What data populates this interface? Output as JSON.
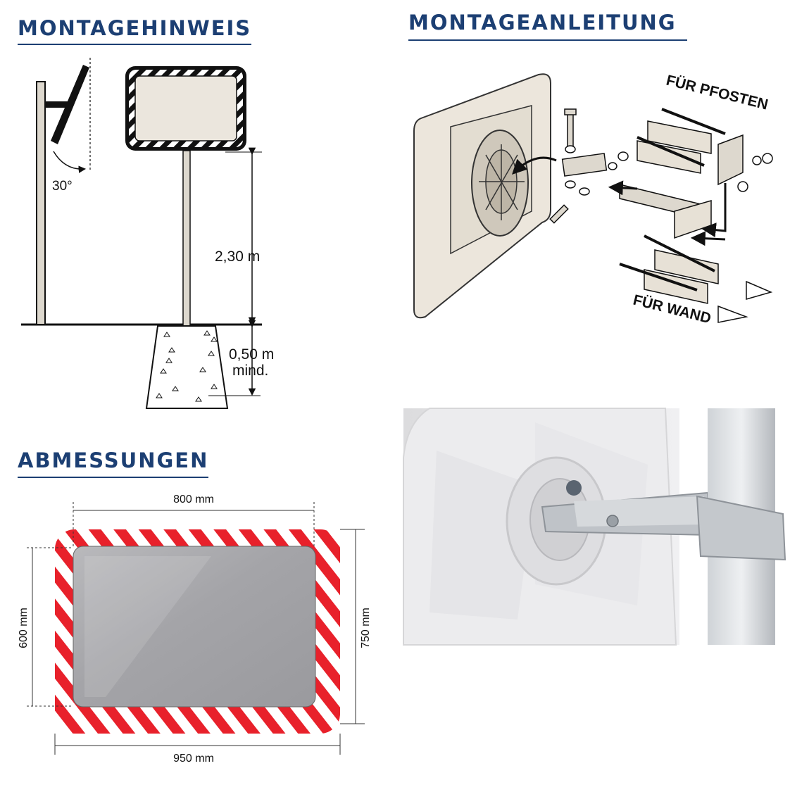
{
  "headings": {
    "montagehinweis": "MONTAGEHINWEIS",
    "montageanleitung": "MONTAGEANLEITUNG",
    "abmessungen": "ABMESSUNGEN"
  },
  "mounting_hint": {
    "angle_label": "30°",
    "height_label": "2,30 m",
    "depth_label_line1": "0,50 m",
    "depth_label_line2": "mind."
  },
  "instructions": {
    "post_label": "FÜR PFOSTEN",
    "wall_label": "FÜR WAND"
  },
  "dimensions": {
    "inner_width": "800 mm",
    "outer_width": "950 mm",
    "inner_height": "600 mm",
    "outer_height": "750 mm"
  },
  "colors": {
    "heading_blue": "#1c3f73",
    "stripe_red": "#e8212b",
    "mirror_grey": "#a9a9ac"
  }
}
